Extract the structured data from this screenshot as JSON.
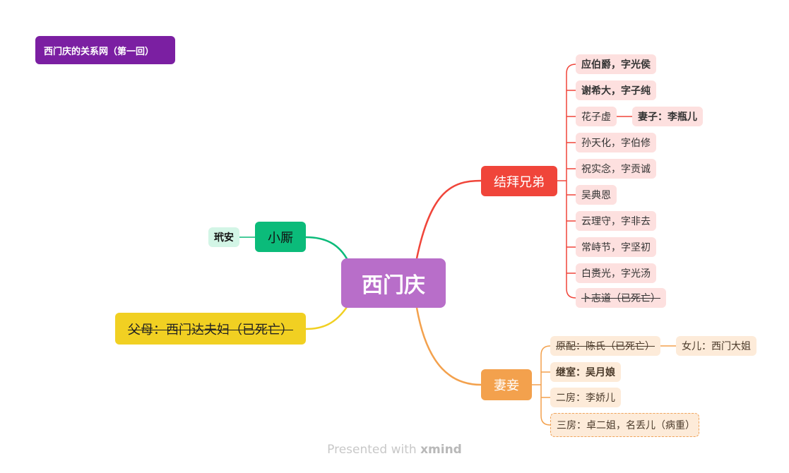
{
  "title": "西门庆的关系网（第一回）",
  "central": "西门庆",
  "branches": {
    "sworn": {
      "label": "结拜兄弟",
      "items": [
        "应伯爵，字光侯",
        "谢希大，字子纯",
        "花子虚",
        "孙天化，字伯修",
        "祝实念，字贡诚",
        "吴典恩",
        "云理守，字非去",
        "常峙节，字坚初",
        "白赉光，字光汤",
        "卜志道（已死亡）"
      ],
      "hua_wife": "妻子：李瓶儿"
    },
    "wives": {
      "label": "妻妾",
      "items": [
        "原配：陈氏（已死亡）",
        "继室：吴月娘",
        "二房：李娇儿",
        "三房：卓二姐，名丢儿（病重）"
      ],
      "daughter": "女儿：西门大姐"
    },
    "servant": {
      "label": "小厮",
      "items": [
        "玳安"
      ]
    },
    "parents": {
      "label": "父母：西门达夫妇（已死亡）"
    }
  },
  "colors": {
    "central": "#b86ec9",
    "sworn": "#f0453a",
    "wives": "#f3a14d",
    "servant": "#0bbb7a",
    "parents": "#f1d022",
    "title": "#7b1fa2"
  },
  "footer": {
    "prefix": "Presented with",
    "brand": "xmind"
  }
}
